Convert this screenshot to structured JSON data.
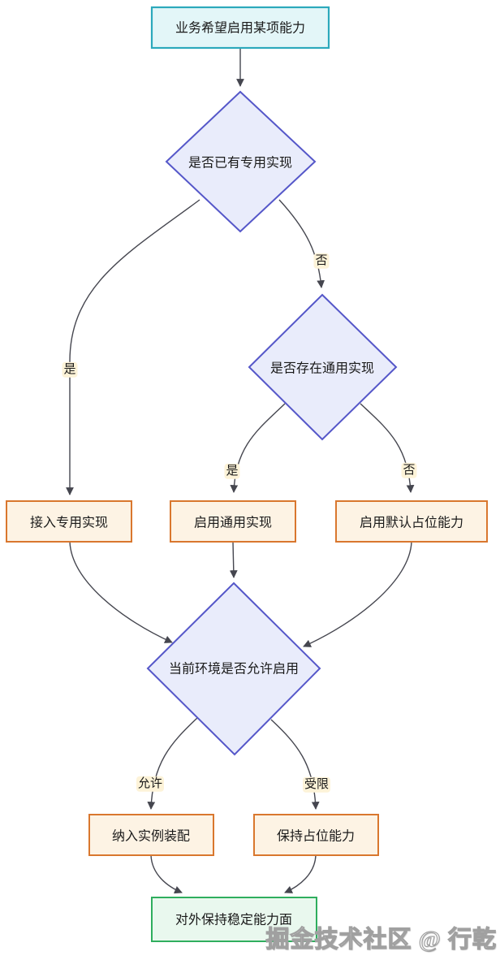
{
  "diagram": {
    "nodes": {
      "start": {
        "label": "业务希望启用某项能力",
        "type": "terminal"
      },
      "has_dedicated": {
        "label": "是否已有专用实现",
        "type": "decision"
      },
      "has_generic": {
        "label": "是否存在通用实现",
        "type": "decision"
      },
      "use_dedicated": {
        "label": "接入专用实现",
        "type": "process"
      },
      "use_generic": {
        "label": "启用通用实现",
        "type": "process"
      },
      "use_placeholder": {
        "label": "启用默认占位能力",
        "type": "process"
      },
      "env_allows": {
        "label": "当前环境是否允许启用",
        "type": "decision"
      },
      "assemble": {
        "label": "纳入实例装配",
        "type": "process"
      },
      "keep_placeholder": {
        "label": "保持占位能力",
        "type": "process"
      },
      "stable_surface": {
        "label": "对外保持稳定能力面",
        "type": "success"
      }
    },
    "edge_labels": {
      "yes1": "是",
      "no1": "否",
      "yes2": "是",
      "no2": "否",
      "allow": "允许",
      "limited": "受限"
    },
    "watermark": "掘金技术社区 @ 行乾",
    "colors": {
      "canvas-bg": "#ffffff",
      "terminal-fill": "#e3f6f8",
      "terminal-border": "#2ca9bc",
      "decision-fill": "#e9ecfb",
      "decision-border": "#5557c9",
      "process-fill": "#fdf3e4",
      "process-border": "#d9772e",
      "success-fill": "#e9f8ee",
      "success-border": "#2fae5e",
      "edge-line": "#45464f",
      "edge-label-bg": "#fdf3d8",
      "text": "#1a1a1a",
      "watermark-color": "#a0a0a0"
    }
  }
}
